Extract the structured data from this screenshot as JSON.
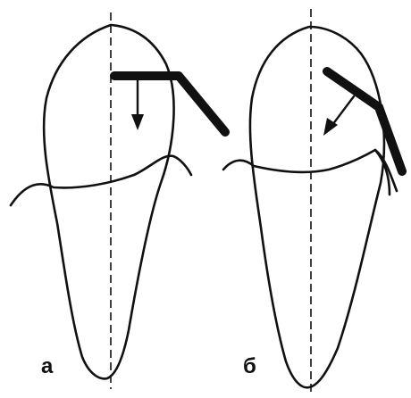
{
  "panels": [
    {
      "id": "a",
      "label": "а"
    },
    {
      "id": "b",
      "label": "б"
    }
  ],
  "line_color": "#111111",
  "background_color": "#ffffff"
}
